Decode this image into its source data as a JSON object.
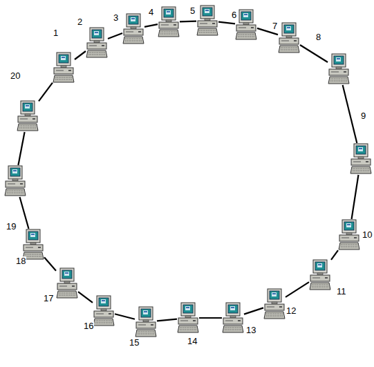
{
  "diagram": {
    "nodes": [
      {
        "text": [
          "1"
        ]
      },
      {
        "text": [
          "2"
        ]
      },
      {
        "text": [
          "3"
        ]
      },
      {
        "text": [
          "4"
        ]
      },
      {
        "text": [
          "5"
        ]
      },
      {
        "text": [
          "6"
        ]
      },
      {
        "text": [
          "7"
        ]
      },
      {
        "text": [
          "8"
        ]
      },
      {
        "text": [
          "9"
        ]
      },
      {
        "text": [
          "10"
        ]
      },
      {
        "text": [
          "11"
        ]
      },
      {
        "text": [
          "12"
        ]
      },
      {
        "text": [
          "13"
        ]
      },
      {
        "text": [
          "14"
        ]
      },
      {
        "text": [
          "15"
        ]
      },
      {
        "text": [
          "16"
        ]
      },
      {
        "text": [
          "17"
        ]
      },
      {
        "text": [
          "18"
        ]
      },
      {
        "text": [
          "19"
        ]
      },
      {
        "text": [
          "20"
        ]
      }
    ],
    "edges": [
      {
        "from": 0,
        "to": 1,
        "arrow": "none"
      },
      {
        "from": 1,
        "to": 2,
        "arrow": "none"
      },
      {
        "from": 2,
        "to": 3,
        "arrow": "none"
      },
      {
        "from": 3,
        "to": 4,
        "arrow": "none"
      },
      {
        "from": 4,
        "to": 5,
        "arrow": "none"
      },
      {
        "from": 5,
        "to": 6,
        "arrow": "none"
      },
      {
        "from": 6,
        "to": 7,
        "arrow": "none"
      },
      {
        "from": 7,
        "to": 8,
        "arrow": "none"
      },
      {
        "from": 8,
        "to": 9,
        "arrow": "none"
      },
      {
        "from": 9,
        "to": 10,
        "arrow": "none"
      },
      {
        "from": 10,
        "to": 11,
        "arrow": "none"
      },
      {
        "from": 11,
        "to": 12,
        "arrow": "none"
      },
      {
        "from": 12,
        "to": 13,
        "arrow": "none"
      },
      {
        "from": 13,
        "to": 14,
        "arrow": "none"
      },
      {
        "from": 14,
        "to": 15,
        "arrow": "none"
      },
      {
        "from": 15,
        "to": 16,
        "arrow": "none"
      },
      {
        "from": 16,
        "to": 17,
        "arrow": "none"
      },
      {
        "from": 17,
        "to": 18,
        "arrow": "none"
      },
      {
        "from": 18,
        "to": 19,
        "arrow": "none"
      },
      {
        "from": 19,
        "to": 0,
        "arrow": "none"
      }
    ]
  }
}
